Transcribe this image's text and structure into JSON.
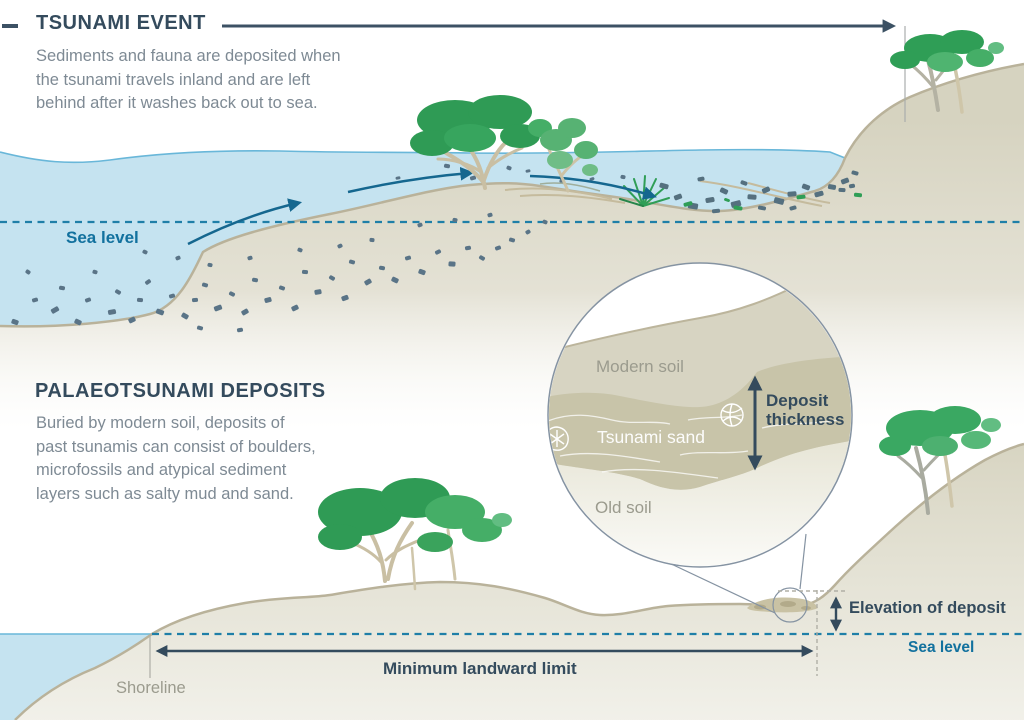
{
  "palette": {
    "navy": "#344b5d",
    "grey-text": "#7e8a94",
    "warm-grey": "#9b9b8e",
    "teal": "#12719e",
    "water": "#c5e3f0",
    "water-edge": "#69b7d9",
    "land-tan": "#d8d5c3",
    "land-stroke": "#b9b29a",
    "sand-band": "#c8c4a9",
    "sediment": "#5a7487",
    "tree-green": "#2f9b55",
    "dashed-sea": "#1f7fa8"
  },
  "top_scene": {
    "title": "TSUNAMI EVENT",
    "description_lines": [
      "Sediments and fauna are deposited when",
      "the tsunami travels inland and are left",
      "behind after it washes back out to sea."
    ],
    "sea_level_label": "Sea level"
  },
  "bottom_scene": {
    "title": "PALAEOTSUNAMI DEPOSITS",
    "description_lines": [
      "Buried by modern soil, deposits of",
      "past tsunamis can consist of boulders,",
      "microfossils and atypical sediment",
      "layers such as salty mud and sand."
    ],
    "sea_level_label": "Sea level",
    "shoreline_label": "Shoreline",
    "minimum_landward_limit_label": "Minimum landward limit",
    "elevation_of_deposit_label": "Elevation of deposit"
  },
  "inset": {
    "modern_soil_label": "Modern soil",
    "tsunami_sand_label": "Tsunami sand",
    "old_soil_label": "Old soil",
    "deposit_thickness_label": "Deposit thickness"
  }
}
